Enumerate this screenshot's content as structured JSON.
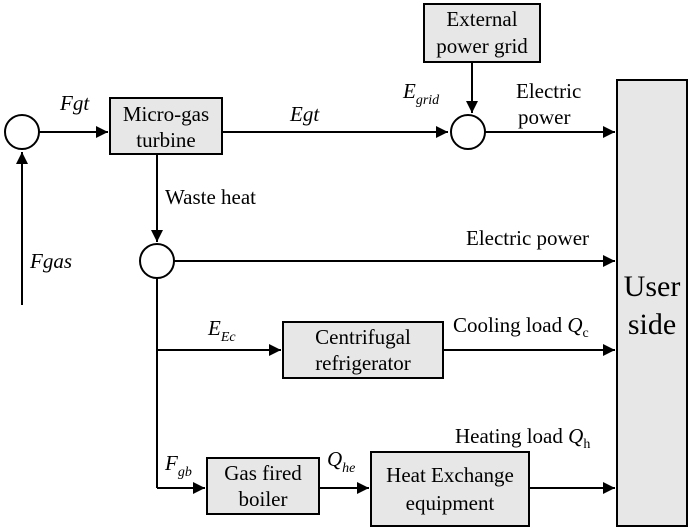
{
  "blocks": {
    "external_grid": {
      "line1": "External",
      "line2": "power grid"
    },
    "micro_gas_turbine": {
      "line1": "Micro-gas",
      "line2": "turbine"
    },
    "centrifugal_refrigerator": {
      "line1": "Centrifugal",
      "line2": "refrigerator"
    },
    "gas_fired_boiler": {
      "line1": "Gas fired",
      "line2": "boiler"
    },
    "heat_exchange": {
      "line1": "Heat Exchange",
      "line2": "equipment"
    },
    "user_side": {
      "line1": "User",
      "line2": "side"
    }
  },
  "labels": {
    "fgt": "Fgt",
    "fgas": "Fgas",
    "egt": "Egt",
    "egrid_main": "E",
    "egrid_sub": "grid",
    "electric_power_top_1": "Electric",
    "electric_power_top_2": "power",
    "waste_heat": "Waste heat",
    "electric_power_mid": "Electric power",
    "eec_main": "E",
    "eec_sub": "Ec",
    "cooling_load_text": "Cooling load ",
    "cooling_load_symbol": "Q",
    "cooling_load_sub": "c",
    "heating_load_text": "Heating load ",
    "heating_load_symbol": "Q",
    "heating_load_sub": "h",
    "fgb_main": "F",
    "fgb_sub": "gb",
    "qhe_main": "Q",
    "qhe_sub": "he"
  }
}
